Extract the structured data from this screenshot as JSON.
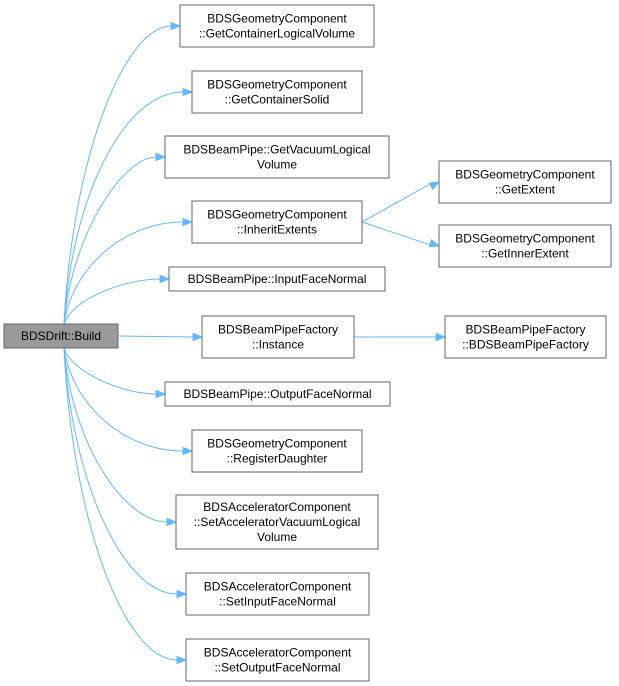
{
  "graph": {
    "root": {
      "id": "build",
      "label": [
        "BDSDrift::Build"
      ]
    },
    "callees": [
      {
        "id": "get-container-logical-volume",
        "label": [
          "BDSGeometryComponent",
          "::GetContainerLogicalVolume"
        ]
      },
      {
        "id": "get-container-solid",
        "label": [
          "BDSGeometryComponent",
          "::GetContainerSolid"
        ]
      },
      {
        "id": "get-vacuum-logical-volume",
        "label": [
          "BDSBeamPipe::GetVacuumLogical",
          "Volume"
        ]
      },
      {
        "id": "inherit-extents",
        "label": [
          "BDSGeometryComponent",
          "::InheritExtents"
        ]
      },
      {
        "id": "get-extent",
        "label": [
          "BDSGeometryComponent",
          "::GetExtent"
        ]
      },
      {
        "id": "get-inner-extent",
        "label": [
          "BDSGeometryComponent",
          "::GetInnerExtent"
        ]
      },
      {
        "id": "input-face-normal",
        "label": [
          "BDSBeamPipe::InputFaceNormal"
        ]
      },
      {
        "id": "instance",
        "label": [
          "BDSBeamPipeFactory",
          "::Instance"
        ]
      },
      {
        "id": "beam-pipe-factory-ctor",
        "label": [
          "BDSBeamPipeFactory",
          "::BDSBeamPipeFactory"
        ]
      },
      {
        "id": "output-face-normal",
        "label": [
          "BDSBeamPipe::OutputFaceNormal"
        ]
      },
      {
        "id": "register-daughter",
        "label": [
          "BDSGeometryComponent",
          "::RegisterDaughter"
        ]
      },
      {
        "id": "set-accelerator-vacuum-logical-volume",
        "label": [
          "BDSAcceleratorComponent",
          "::SetAcceleratorVacuumLogical",
          "Volume"
        ]
      },
      {
        "id": "set-input-face-normal",
        "label": [
          "BDSAcceleratorComponent",
          "::SetInputFaceNormal"
        ]
      },
      {
        "id": "set-output-face-normal",
        "label": [
          "BDSAcceleratorComponent",
          "::SetOutputFaceNormal"
        ]
      }
    ],
    "edges": [
      [
        "build",
        "get-container-logical-volume"
      ],
      [
        "build",
        "get-container-solid"
      ],
      [
        "build",
        "get-vacuum-logical-volume"
      ],
      [
        "build",
        "inherit-extents"
      ],
      [
        "build",
        "input-face-normal"
      ],
      [
        "build",
        "instance"
      ],
      [
        "build",
        "output-face-normal"
      ],
      [
        "build",
        "register-daughter"
      ],
      [
        "build",
        "set-accelerator-vacuum-logical-volume"
      ],
      [
        "build",
        "set-input-face-normal"
      ],
      [
        "build",
        "set-output-face-normal"
      ],
      [
        "inherit-extents",
        "get-extent"
      ],
      [
        "inherit-extents",
        "get-inner-extent"
      ],
      [
        "instance",
        "beam-pipe-factory-ctor"
      ]
    ],
    "colors": {
      "edge": "#63b8ff",
      "root_fill": "#999999",
      "node_border": "#666666",
      "node_fill": "#ffffff"
    }
  }
}
